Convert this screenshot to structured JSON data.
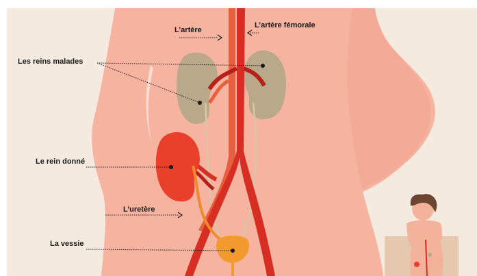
{
  "labels": {
    "artere": "L’artère",
    "artere_femorale": "L’artère fémorale",
    "reins_malades": "Les reins malades",
    "rein_donne": "Le rein donné",
    "uretere": "L’uretère",
    "vessie": "La vessie"
  },
  "colors": {
    "background": "#f4eadf",
    "skin": "#f6b3a0",
    "skin_shadow": "#ef9c88",
    "artery": "#d62e22",
    "artery_dark": "#b52018",
    "vein": "#e6603f",
    "diseased_kidney": "#b9a98a",
    "donated_kidney": "#e8402a",
    "ureter": "#f08a2a",
    "bladder": "#f39a2e",
    "label_text": "#1a1a1a"
  },
  "thumbnail_icons": [
    "person-silhouette-icon"
  ]
}
